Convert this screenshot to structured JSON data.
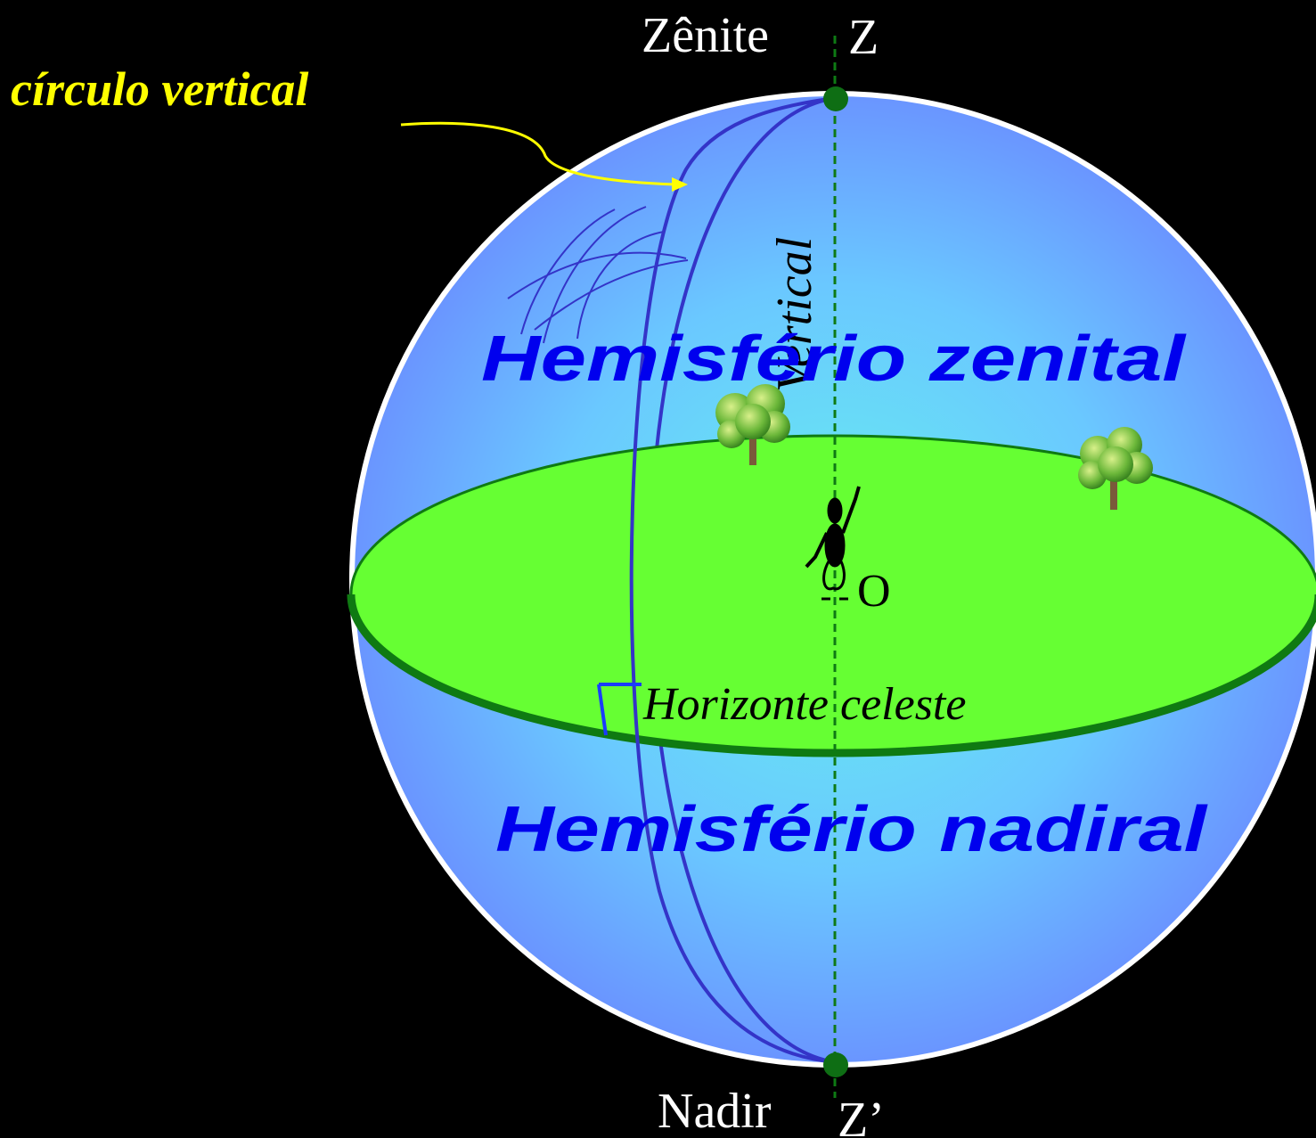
{
  "labels": {
    "zenith_word": "Zênite",
    "zenith_letter": "Z",
    "nadir_word": "Nadir",
    "nadir_letter": "Z’",
    "vertical_circle": "círculo vertical",
    "vertical": "Vertical",
    "zenith_hemisphere": "Hemisfério zenital",
    "nadir_hemisphere": "Hemisfério nadiral",
    "horizon": "Horizonte celeste",
    "observer": "O"
  },
  "colors": {
    "background": "#000000",
    "sphere_center": "#66f0ee",
    "sphere_edge": "#6a8cff",
    "sphere_outline": "#ffffff",
    "horizon_fill": "#66ff33",
    "horizon_outline": "#0f7a12",
    "hemisphere_text": "#0000ee",
    "vertical_circle_line": "#3434c8",
    "annotation": "#ffff00",
    "zenith_nadir_dot": "#0e6e14",
    "axis_line": "#0e7a14"
  },
  "icons": [
    "tree-icon",
    "observer-figure-icon"
  ]
}
